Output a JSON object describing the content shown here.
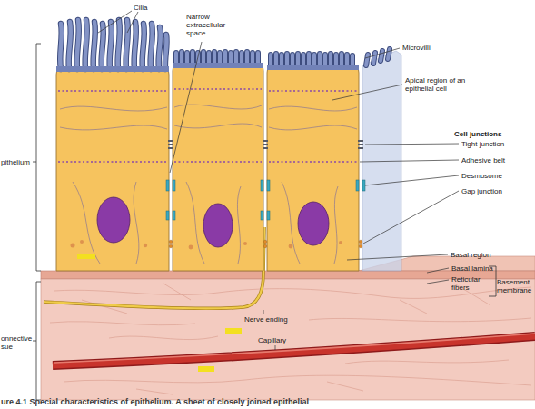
{
  "diagram": {
    "caption": "ure 4.1 Special characteristics of epithelium. A sheet of closely joined epithelial",
    "labels": [
      "Cilia",
      "Narrow extracellular space",
      "Microvilli",
      "Apical region of an epithelial cell",
      "Cell junctions",
      "Tight junction",
      "Adhesive belt",
      "Desmosome",
      "Gap junction",
      "Basal region",
      "Basal lamina",
      "Reticular fibers",
      "Basement membrane",
      "Nerve ending",
      "Capillary",
      "pithelium",
      "onnective sue"
    ]
  }
}
